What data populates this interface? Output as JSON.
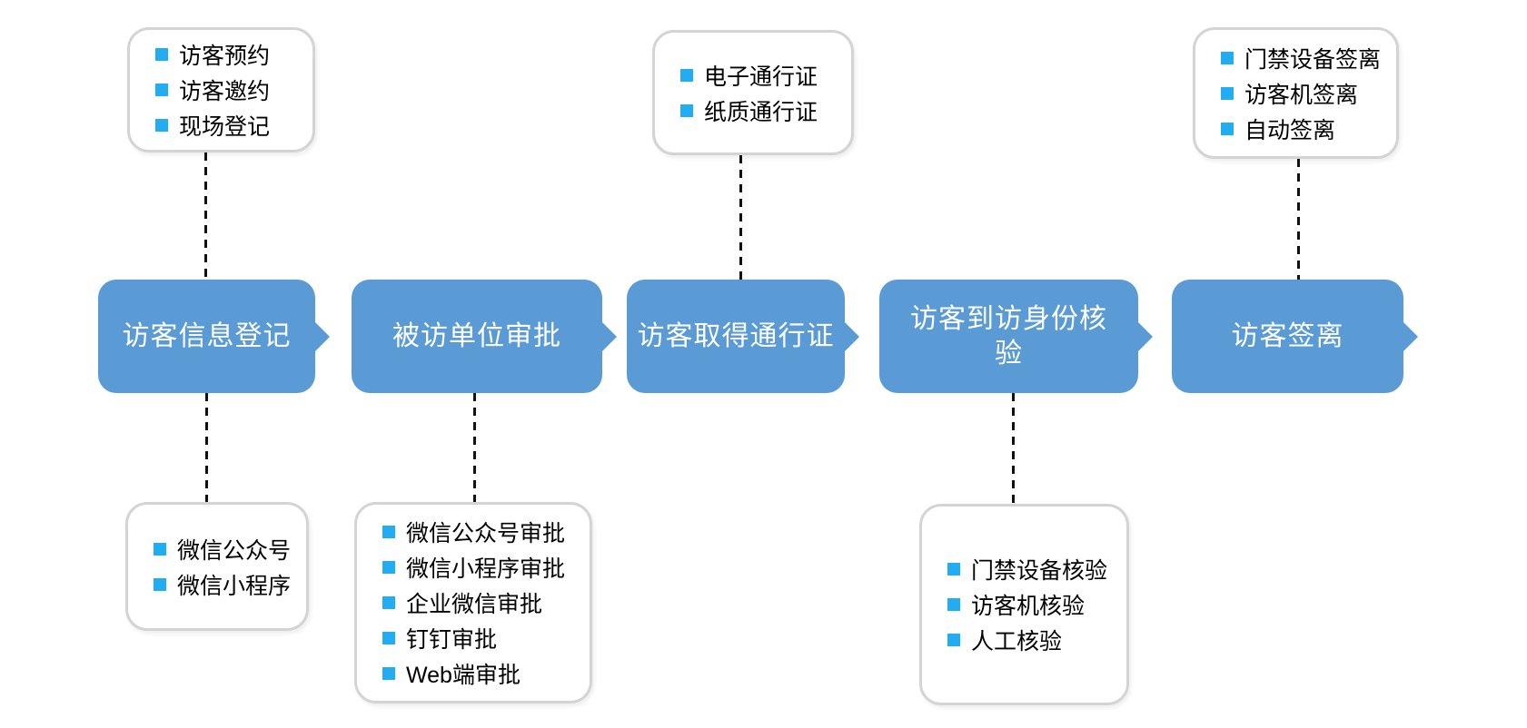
{
  "diagram": {
    "type": "flowchart",
    "topic": "visitor-management-process",
    "colors": {
      "step_fill": "#5B9BD5",
      "step_text": "#FFFFFF",
      "bullet": "#22ADF2",
      "callout_border": "#D4D4D4",
      "connector": "#111111",
      "background": "#FFFFFF"
    },
    "steps": [
      {
        "label": "访客信息登记"
      },
      {
        "label": "被访单位审批"
      },
      {
        "label": "访客取得通行证"
      },
      {
        "label": "访客到访身份核验"
      },
      {
        "label": "访客签离"
      }
    ],
    "callouts": {
      "top_left": {
        "attached_to": "访客信息登记",
        "items": [
          "访客预约",
          "访客邀约",
          "现场登记"
        ]
      },
      "top_middle": {
        "attached_to": "访客取得通行证",
        "items": [
          "电子通行证",
          "纸质通行证"
        ]
      },
      "top_right": {
        "attached_to": "访客签离",
        "items": [
          "门禁设备签离",
          "访客机签离",
          "自动签离"
        ]
      },
      "bottom_left": {
        "attached_to": "访客信息登记",
        "items": [
          "微信公众号",
          "微信小程序"
        ]
      },
      "bottom_middle": {
        "attached_to": "被访单位审批",
        "items": [
          "微信公众号审批",
          "微信小程序审批",
          "企业微信审批",
          "钉钉审批",
          "Web端审批"
        ]
      },
      "bottom_right": {
        "attached_to": "访客到访身份核验",
        "items": [
          "门禁设备核验",
          "访客机核验",
          "人工核验"
        ]
      }
    }
  }
}
